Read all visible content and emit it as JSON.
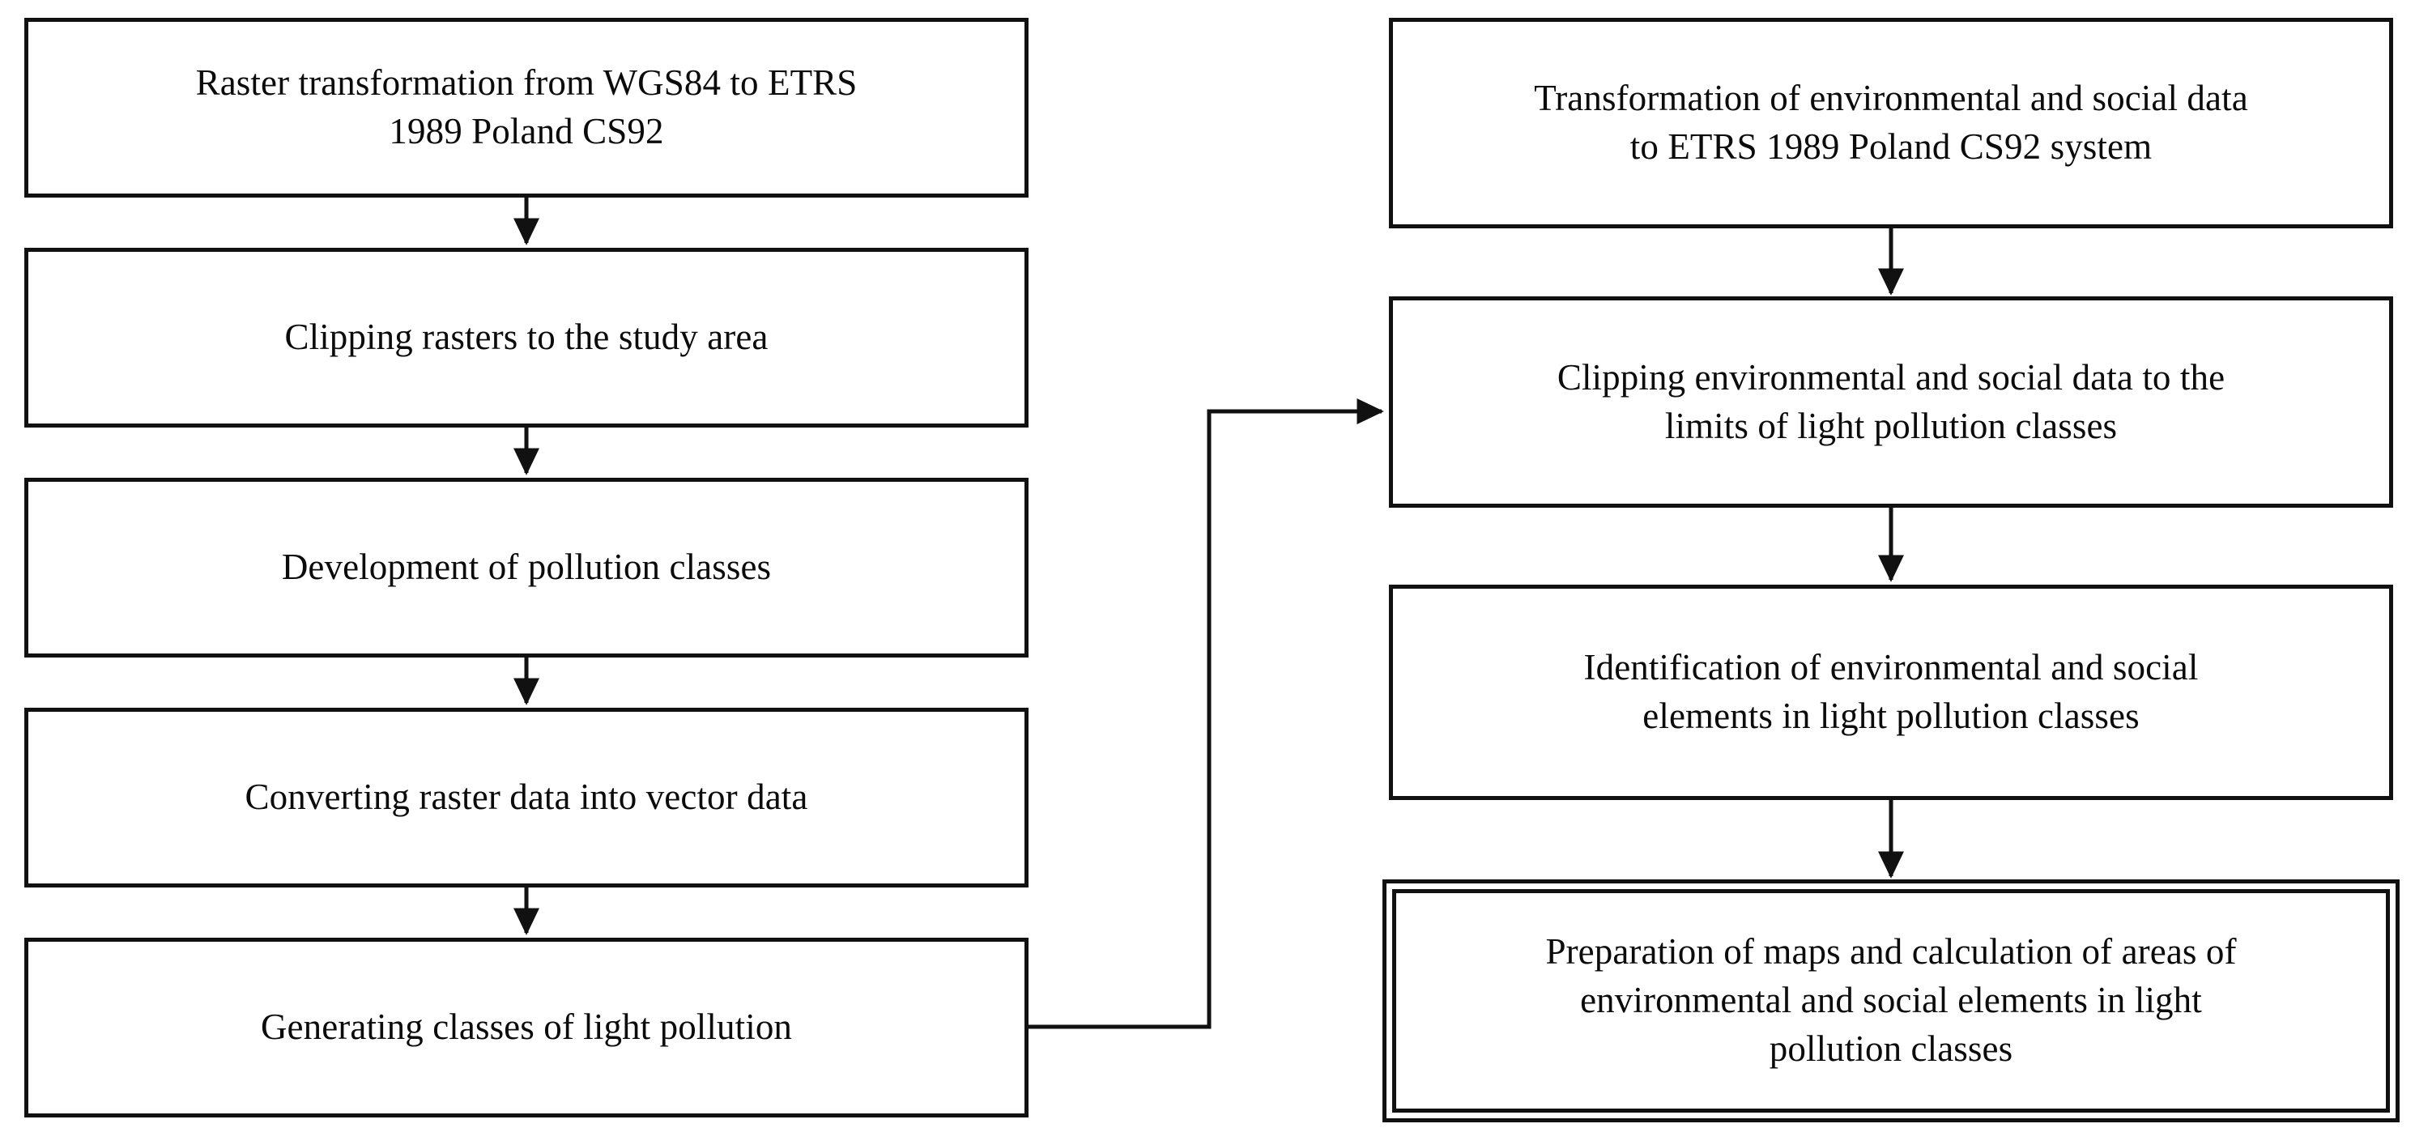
{
  "diagram": {
    "title": "Methodology flowchart for light pollution analysis",
    "orientation": "two-column-vertical",
    "stroke_color": "#111111",
    "fill_color": "#ffffff",
    "text_color": "#0b0b0b",
    "left_column": {
      "name": "raster-processing-branch",
      "steps": [
        {
          "id": "l1",
          "text": "Raster transformation from WGS84 to ETRS\n1989 Poland CS92"
        },
        {
          "id": "l2",
          "text": "Clipping rasters to the study area"
        },
        {
          "id": "l3",
          "text": "Development of pollution classes"
        },
        {
          "id": "l4",
          "text": "Converting raster data into vector data"
        },
        {
          "id": "l5",
          "text": "Generating classes of light pollution"
        }
      ]
    },
    "right_column": {
      "name": "environmental-social-data-branch",
      "steps": [
        {
          "id": "r1",
          "text": "Transformation of environmental and social data\nto ETRS 1989 Poland CS92 system",
          "emphasis": "none"
        },
        {
          "id": "r2",
          "text": "Clipping environmental and social data to the\nlimits of light pollution classes",
          "emphasis": "none"
        },
        {
          "id": "r3",
          "text": "Identification of environmental and social\nelements in light pollution classes",
          "emphasis": "none"
        },
        {
          "id": "r4",
          "text": "Preparation of maps and calculation of areas of\nenvironmental and social elements in light\npollution classes",
          "emphasis": "double-border"
        }
      ]
    },
    "connectors": [
      {
        "id": "c1",
        "from": "l1",
        "to": "l2",
        "kind": "arrow-down"
      },
      {
        "id": "c2",
        "from": "l2",
        "to": "l3",
        "kind": "arrow-down"
      },
      {
        "id": "c3",
        "from": "l3",
        "to": "l4",
        "kind": "arrow-down"
      },
      {
        "id": "c4",
        "from": "l4",
        "to": "l5",
        "kind": "arrow-down"
      },
      {
        "id": "c5",
        "from": "r1",
        "to": "r2",
        "kind": "arrow-down"
      },
      {
        "id": "c6",
        "from": "r2",
        "to": "r3",
        "kind": "arrow-down"
      },
      {
        "id": "c7",
        "from": "r3",
        "to": "r4",
        "kind": "arrow-down"
      },
      {
        "id": "c8",
        "from": "l5",
        "to": "r2",
        "kind": "elbow-arrow-right"
      }
    ]
  }
}
